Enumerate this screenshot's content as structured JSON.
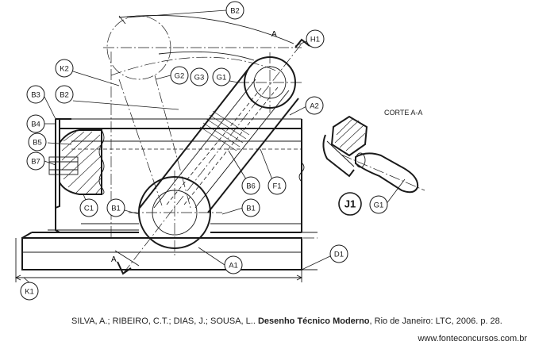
{
  "section_label": "CORTE A-A",
  "section_mark": "A",
  "bubbles": [
    {
      "id": "B2",
      "label": "B2"
    },
    {
      "id": "H1",
      "label": "H1"
    },
    {
      "id": "K2",
      "label": "K2"
    },
    {
      "id": "G2",
      "label": "G2"
    },
    {
      "id": "G3",
      "label": "G3"
    },
    {
      "id": "G1a",
      "label": "G1"
    },
    {
      "id": "B3",
      "label": "B3"
    },
    {
      "id": "B2b",
      "label": "B2"
    },
    {
      "id": "A2",
      "label": "A2"
    },
    {
      "id": "B4",
      "label": "B4"
    },
    {
      "id": "B5",
      "label": "B5"
    },
    {
      "id": "B7",
      "label": "B7"
    },
    {
      "id": "B6",
      "label": "B6"
    },
    {
      "id": "F1",
      "label": "F1"
    },
    {
      "id": "C1",
      "label": "C1"
    },
    {
      "id": "B1a",
      "label": "B1"
    },
    {
      "id": "B1b",
      "label": "B1"
    },
    {
      "id": "J1",
      "label": "J1"
    },
    {
      "id": "G1b",
      "label": "G1"
    },
    {
      "id": "D1",
      "label": "D1"
    },
    {
      "id": "A1",
      "label": "A1"
    },
    {
      "id": "K1",
      "label": "K1"
    }
  ],
  "citation": {
    "authors": "SILVA, A.; RIBEIRO, C.T.; DIAS, J.; SOUSA, L.. ",
    "title": "Desenho Técnico Moderno",
    "rest": ", Rio de Janeiro: LTC, 2006. p. 28."
  },
  "website": "www.fonteconcursos.com.br"
}
